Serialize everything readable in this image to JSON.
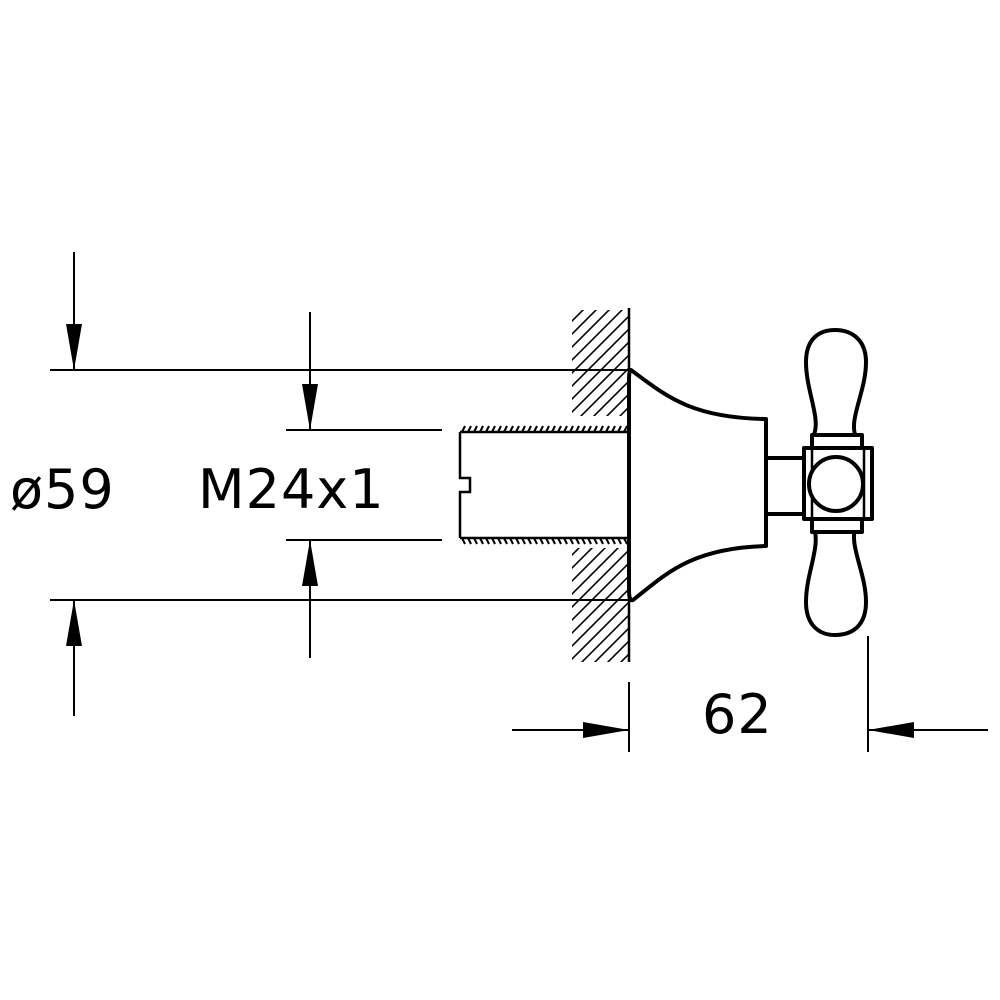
{
  "drawing": {
    "diameter_label": "ø59",
    "thread_label": "M24x1",
    "length_label": "62"
  }
}
